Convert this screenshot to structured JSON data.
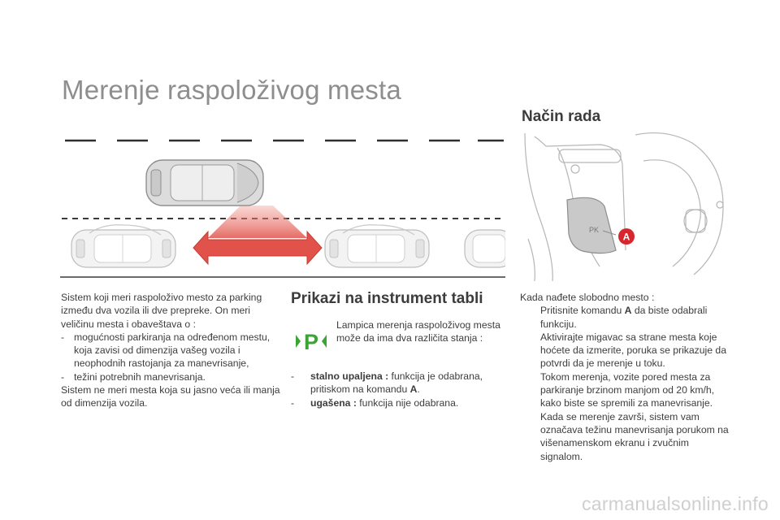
{
  "title": "Merenje raspoloživog mesta",
  "section_how": {
    "heading": "Način rada",
    "button_label": "A"
  },
  "intro": {
    "lines": [
      "Sistem koji meri raspoloživo mesto za parking",
      "između dva vozila ili dve prepreke. On meri",
      "veličinu mesta i obaveštava o :"
    ],
    "items": [
      "mogućnosti parkiranja na određenom mestu, koja zavisi od dimenzija vašeg vozila i neophodnih rastojanja za manevrisanje,",
      "težini potrebnih manevrisanja."
    ],
    "closing": "Sistem ne meri mesta koja su jasno veća ili manja od dimenzija vozila."
  },
  "display": {
    "heading": "Prikazi na instrument tabli",
    "lamp_text": "Lampica merenja raspoloživog mesta može da ima dva različita stanja :",
    "lamp_letter": "P",
    "states": [
      {
        "label": "stalno upaljena :",
        "text_before": " funkcija je odabrana, pritiskom na komandu ",
        "key": "A",
        "text_after": "."
      },
      {
        "label": "ugašena :",
        "text": " funkcija nije odabrana."
      }
    ]
  },
  "procedure": {
    "intro": "Kada nađete slobodno mesto :",
    "steps": [
      {
        "before": "Pritisnite komandu ",
        "key": "A",
        "after": " da biste odabrali funkciju."
      },
      {
        "text": "Aktivirajte migavac sa strane mesta koje hoćete da izmerite, poruka se prikazuje da potvrdi da je merenje u toku."
      },
      {
        "text": "Tokom merenja, vozite pored mesta za parkiranje brzinom manjom od 20 km/h, kako biste se spremili za manevrisanje."
      },
      {
        "text": "Kada se merenje završi, sistem vam označava težinu manevrisanja porukom na višenamenskom ekranu i zvučnim signalom."
      }
    ]
  },
  "glyphs": {
    "dash": "-",
    "bullet": ""
  },
  "watermark": "carmanualsonline.info",
  "colors": {
    "title": "#8e8e8e",
    "lamp_green": "#3aa435",
    "button_red": "#d8262e",
    "arrow_red": "#e0524a"
  }
}
